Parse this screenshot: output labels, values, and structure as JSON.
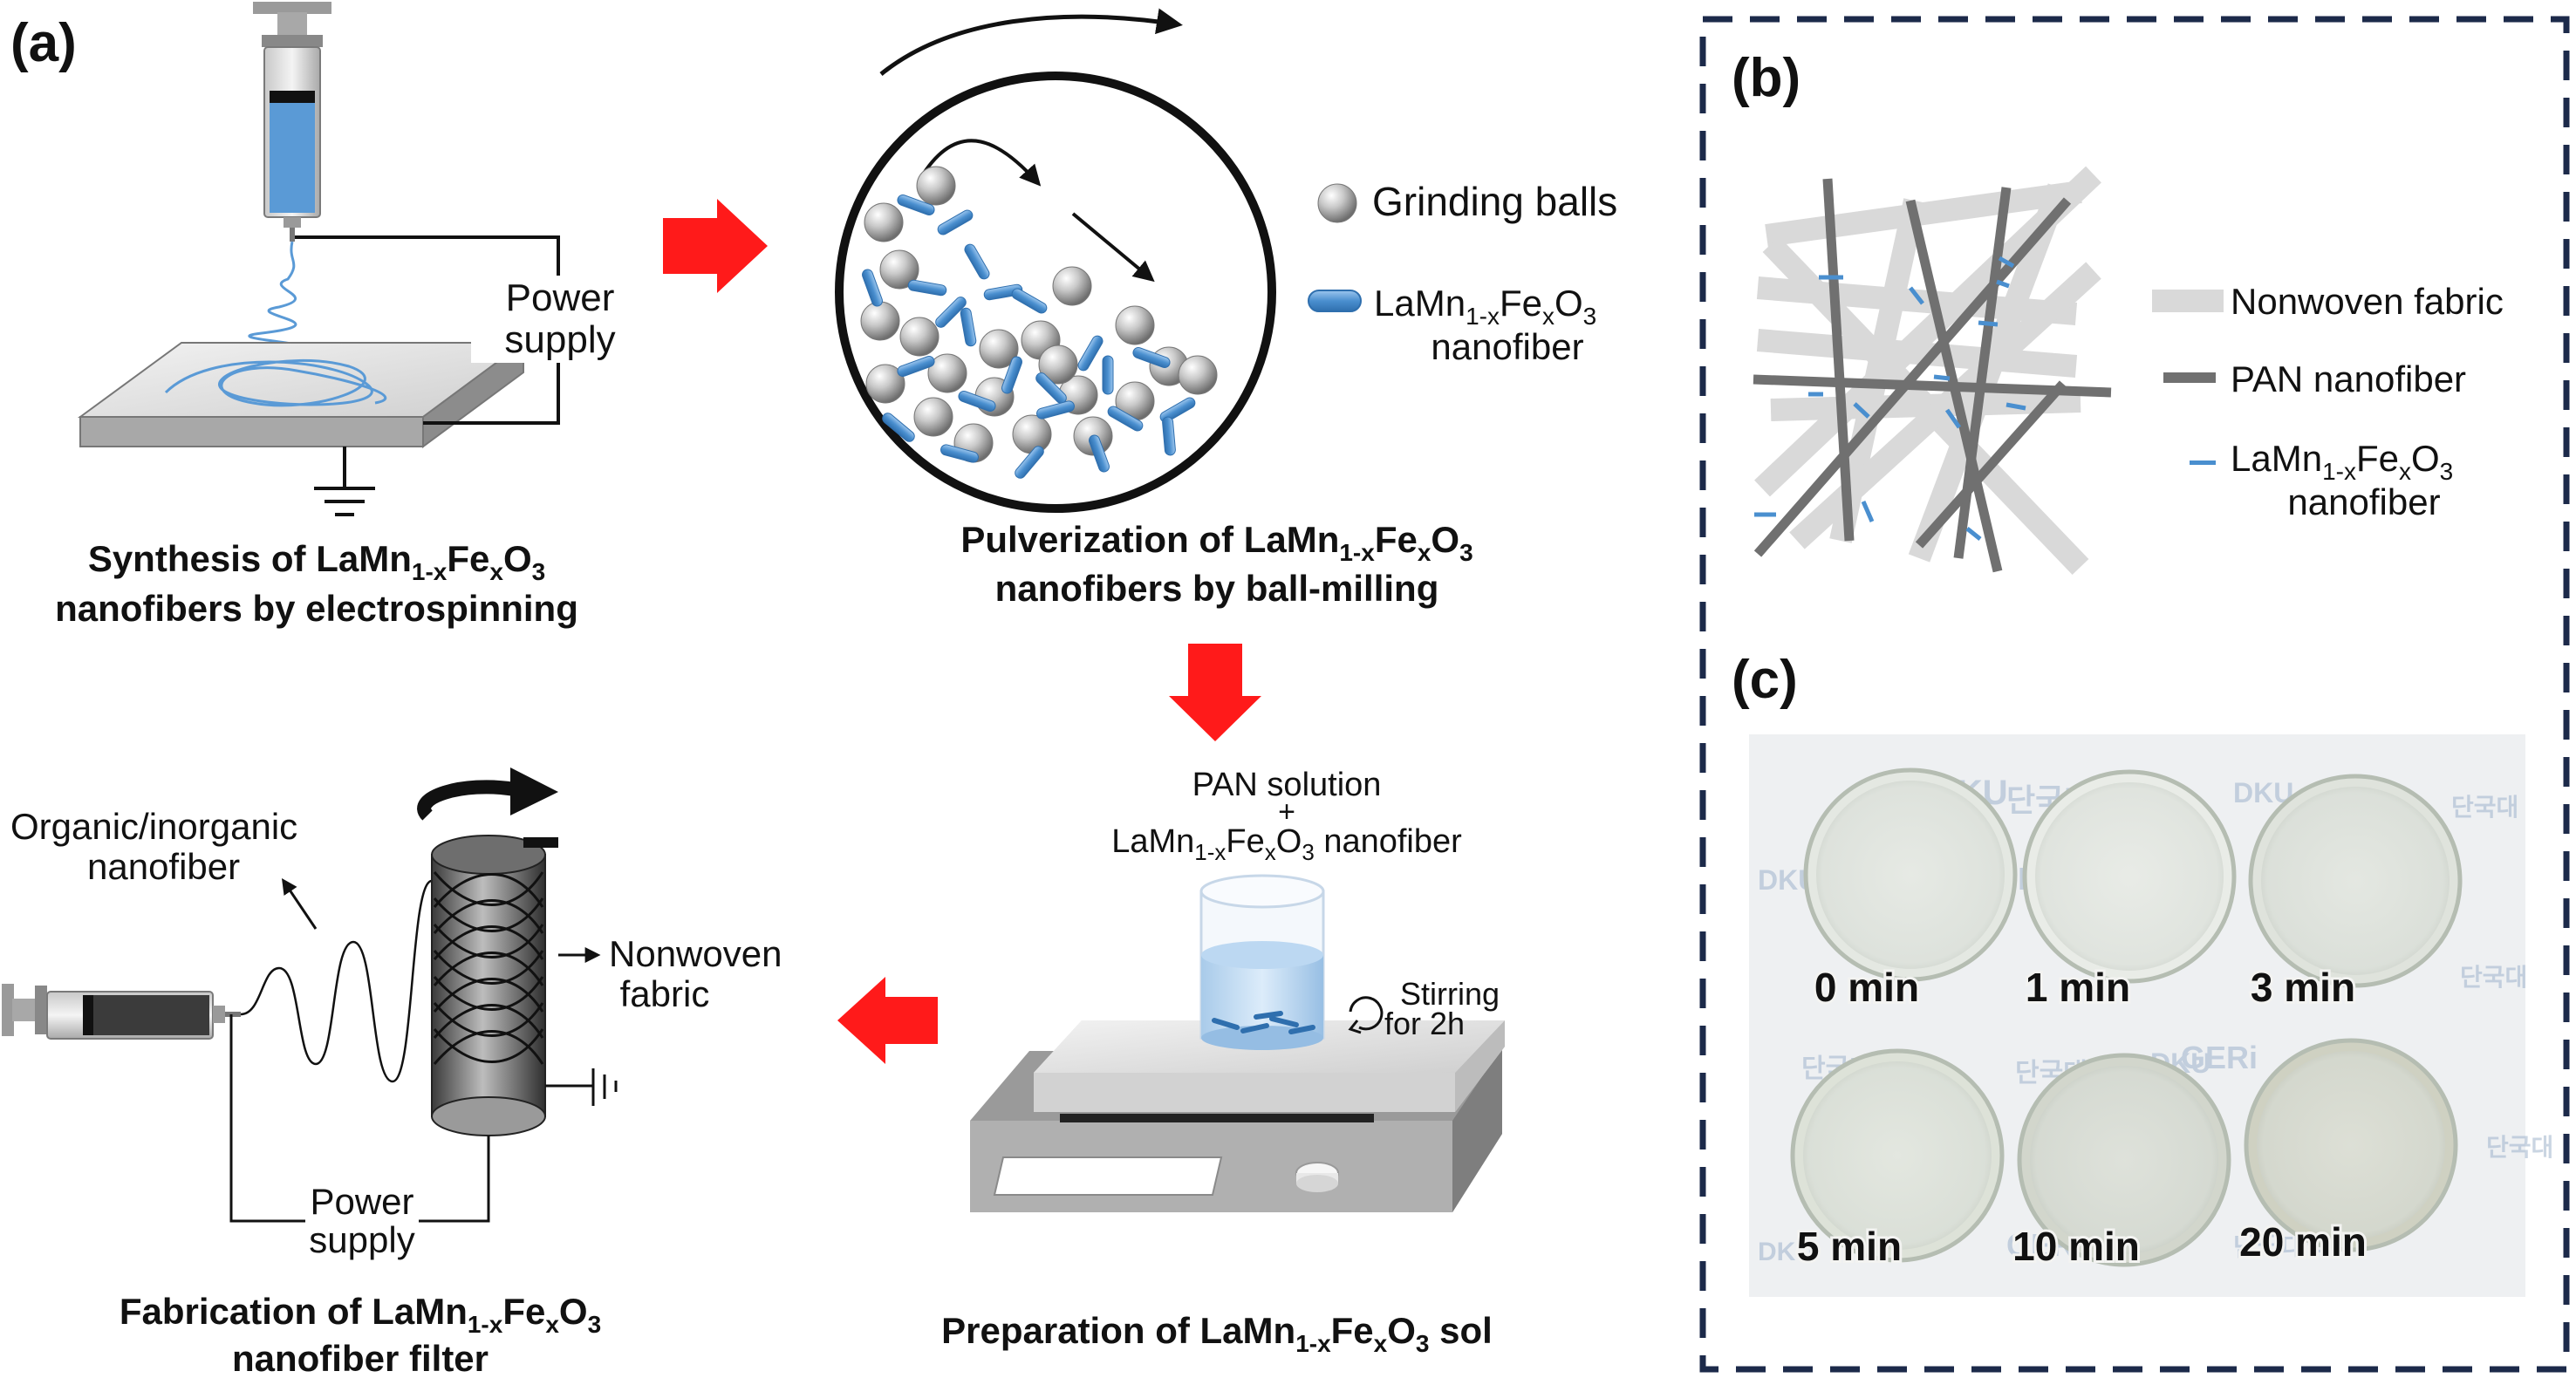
{
  "panels": {
    "a_label": "(a)",
    "b_label": "(b)",
    "c_label": "(c)"
  },
  "step1": {
    "caption_1": "Synthesis of LaMn",
    "caption_1_sub": "1-x",
    "caption_1_mid": "Fe",
    "caption_1_sub2": "x",
    "caption_1_end": "O",
    "caption_1_sub3": "3",
    "caption_2": "nanofibers by electrospinning",
    "power_1": "Power",
    "power_2": "supply"
  },
  "step2": {
    "caption_1": "Pulverization of LaMn",
    "caption_1_sub": "1-x",
    "caption_1_mid": "Fe",
    "caption_1_sub2": "x",
    "caption_1_end": "O",
    "caption_1_sub3": "3",
    "caption_2": "nanofibers by ball-milling",
    "legend_balls": "Grinding balls",
    "legend_fiber_1": "LaMn",
    "legend_fiber_sub": "1-x",
    "legend_fiber_mid": "Fe",
    "legend_fiber_sub2": "x",
    "legend_fiber_end": "O",
    "legend_fiber_sub3": "3",
    "legend_fiber_2": "nanofiber"
  },
  "step3": {
    "pan_1": "PAN solution",
    "plus": "+",
    "pan_2": "LaMn",
    "pan_2_sub": "1-x",
    "pan_2_mid": "Fe",
    "pan_2_sub2": "x",
    "pan_2_end": "O",
    "pan_2_sub3": "3",
    "pan_2_tail": " nanofiber",
    "stir_1": "Stirring",
    "stir_2": "for 2h",
    "caption_1": "Preparation of LaMn",
    "caption_1_sub": "1-x",
    "caption_1_mid": "Fe",
    "caption_1_sub2": "x",
    "caption_1_end": "O",
    "caption_1_sub3": "3",
    "caption_1_tail": " sol"
  },
  "step4": {
    "organic_1": "Organic/inorganic",
    "organic_2": "nanofiber",
    "nonwoven_1": "Nonwoven",
    "nonwoven_2": "fabric",
    "power_1": "Power",
    "power_2": "supply",
    "caption_1": "Fabrication of LaMn",
    "caption_1_sub": "1-x",
    "caption_1_mid": "Fe",
    "caption_1_sub2": "x",
    "caption_1_end": "O",
    "caption_1_sub3": "3",
    "caption_2": "nanofiber filter"
  },
  "panel_b": {
    "legend_nonwoven": "Nonwoven fabric",
    "legend_pan": "PAN nanofiber",
    "legend_lmf_1": "LaMn",
    "legend_lmf_sub": "1-x",
    "legend_lmf_mid": "Fe",
    "legend_lmf_sub2": "x",
    "legend_lmf_end": "O",
    "legend_lmf_sub3": "3",
    "legend_lmf_2": "nanofiber"
  },
  "panel_c": {
    "samples": [
      "0 min",
      "1 min",
      "3 min",
      "5 min",
      "10 min",
      "20 min"
    ]
  },
  "colors": {
    "arrow_red": "#ff1a1a",
    "frame_navy": "#1c2a4a",
    "fiber_blue": "#4a8fcf",
    "syringe_blue": "#5a9ad6",
    "nonwoven_gray": "#d9d9d9",
    "pan_gray": "#707070"
  }
}
